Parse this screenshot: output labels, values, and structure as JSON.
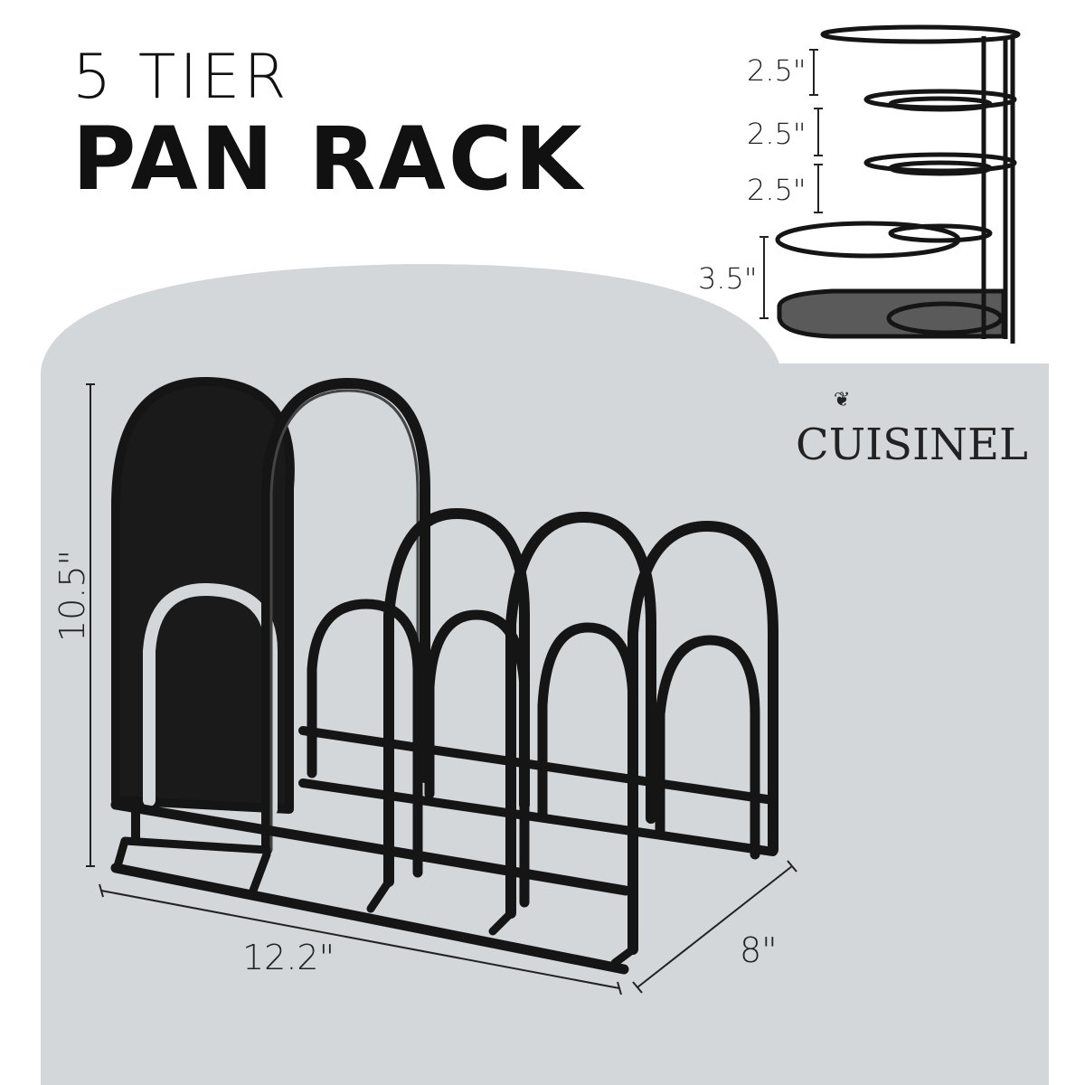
{
  "title": {
    "line1": "5 TIER",
    "line2": "PAN RACK"
  },
  "brand": {
    "name": "CUISINEL",
    "icon": "squirrel-icon"
  },
  "dimensions": {
    "height": "10.5\"",
    "width": "12.2\"",
    "depth": "8\"",
    "tier_spacing": [
      "2.5\"",
      "2.5\"",
      "2.5\"",
      "3.5\""
    ]
  },
  "colors": {
    "backdrop": "#d3d7d9",
    "product": "#151515",
    "text": "#111111"
  }
}
